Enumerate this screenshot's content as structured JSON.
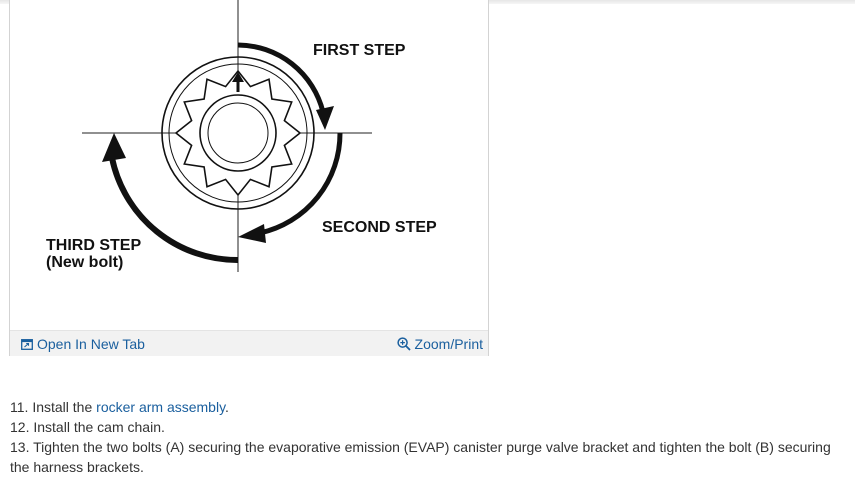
{
  "figure": {
    "labels": {
      "first_step": "FIRST STEP",
      "second_step": "SECOND STEP",
      "third_step_line1": "THIRD STEP",
      "third_step_line2": "(New bolt)"
    },
    "footer": {
      "open_tab_label": "Open In New Tab",
      "open_tab_icon": "open-in-new-tab-icon",
      "zoom_label": "Zoom/Print",
      "zoom_icon": "magnifier-plus-icon"
    }
  },
  "instructions": [
    {
      "number": "11.",
      "prefix": "Install the ",
      "link": "rocker arm assembly",
      "suffix": "."
    },
    {
      "number": "12.",
      "text": "Install the cam chain."
    },
    {
      "number": "13.",
      "text": "Tighten the two bolts (A) securing the evaporative emission (EVAP) canister purge valve bracket and tighten the bolt (B) securing the harness brackets."
    }
  ],
  "colors": {
    "link": "#1a5f9e",
    "text": "#333333",
    "footer_bg": "#f2f2f2"
  }
}
